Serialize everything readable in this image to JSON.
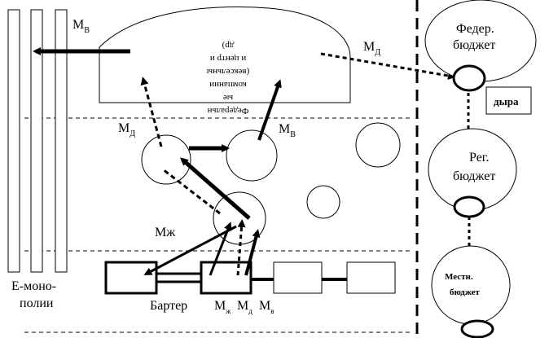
{
  "labels": {
    "m_v_top": "М",
    "m_v_top_sub": "В",
    "m_d_right": "М",
    "m_d_right_sub": "Д",
    "m_d_left": "М",
    "m_d_left_sub": "Д",
    "m_v_mid": "М",
    "m_v_mid_sub": "В",
    "m_zh": "Мж",
    "monopoly_line1": "Е-моно-",
    "monopoly_line2": "полии",
    "barter": "Бартер",
    "m_zh_bottom": "М",
    "m_zh_bottom_sub": "ж",
    "m_d_bottom": "М",
    "m_d_bottom_sub": "д",
    "m_v_bottom": "М",
    "m_v_bottom_sub": "в"
  },
  "federal_companies": {
    "line1": "Федеральн",
    "line2": "ые",
    "line3": "компании",
    "line4": "(вексельны",
    "line5": "и центр и",
    "line6": "др)"
  },
  "budgets": {
    "federal_line1": "Федер.",
    "federal_line2": "бюджет",
    "regional_line1": "Рег.",
    "regional_line2": "бюджет",
    "local_line1": "Местн.",
    "local_line2": "бюджет"
  },
  "hole_label": "дыра"
}
